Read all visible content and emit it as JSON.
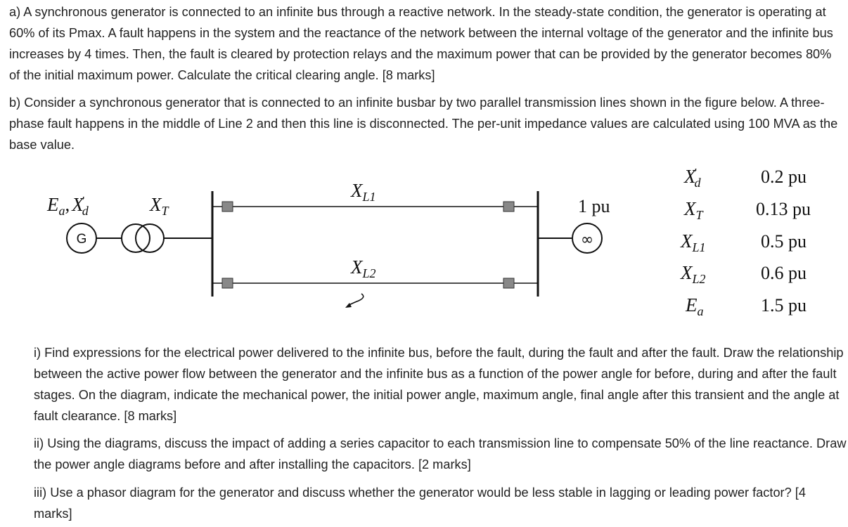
{
  "part_a": {
    "text": "a) A synchronous generator is connected to an infinite bus through a reactive network. In the steady-state condition, the generator is operating at 60% of its Pmax. A fault happens in the system and the reactance of the network between the internal voltage of the generator and the infinite bus increases by 4 times. Then, the fault is cleared by protection relays and the maximum power that can be provided by the generator becomes 80% of the initial maximum power. Calculate the critical clearing angle. [8 marks]"
  },
  "part_b": {
    "text": "b) Consider a synchronous generator that is connected to an infinite busbar by two parallel transmission lines shown in the figure below. A three-phase fault happens in the middle of Line 2 and then this line is disconnected. The per-unit impedance values are calculated using 100 MVA as the base value."
  },
  "diagram": {
    "generator_label_main": "E",
    "generator_label_sub": "a",
    "generator_label_sep": ",",
    "generator_reactance_main": "X",
    "generator_reactance_sub": "d",
    "generator_reactance_prime": "′",
    "generator_symbol": "G",
    "transformer_main": "X",
    "transformer_sub": "T",
    "line1_main": "X",
    "line1_sub": "L1",
    "line2_main": "X",
    "line2_sub": "L2",
    "infinite_bus_voltage": "1 pu",
    "infinite_bus_symbol": "∞"
  },
  "parameters": [
    {
      "main": "X",
      "sub": "d",
      "prime": "′",
      "value": "0.2 pu"
    },
    {
      "main": "X",
      "sub": "T",
      "prime": "",
      "value": "0.13 pu"
    },
    {
      "main": "X",
      "sub": "L1",
      "prime": "",
      "value": "0.5 pu"
    },
    {
      "main": "X",
      "sub": "L2",
      "prime": "",
      "value": "0.6 pu"
    },
    {
      "main": "E",
      "sub": "a",
      "prime": "",
      "value": "1.5 pu"
    }
  ],
  "questions": {
    "q1": "i) Find expressions for the electrical power delivered to the infinite bus, before the fault, during the fault and after the fault. Draw the relationship between the active power flow between the generator and the infinite bus as a function of the power angle for before, during and after the fault stages. On the diagram, indicate the mechanical power, the initial power angle, maximum angle, final angle after this transient and the angle at fault clearance. [8 marks]",
    "q2": "ii) Using the diagrams, discuss the impact of adding a series capacitor to each transmission line to compensate 50% of the line reactance. Draw the power angle diagrams before and after installing the capacitors. [2 marks]",
    "q3": "iii) Use a phasor diagram for the generator and discuss whether the generator would be less stable in lagging or leading power factor? [4 marks]"
  }
}
